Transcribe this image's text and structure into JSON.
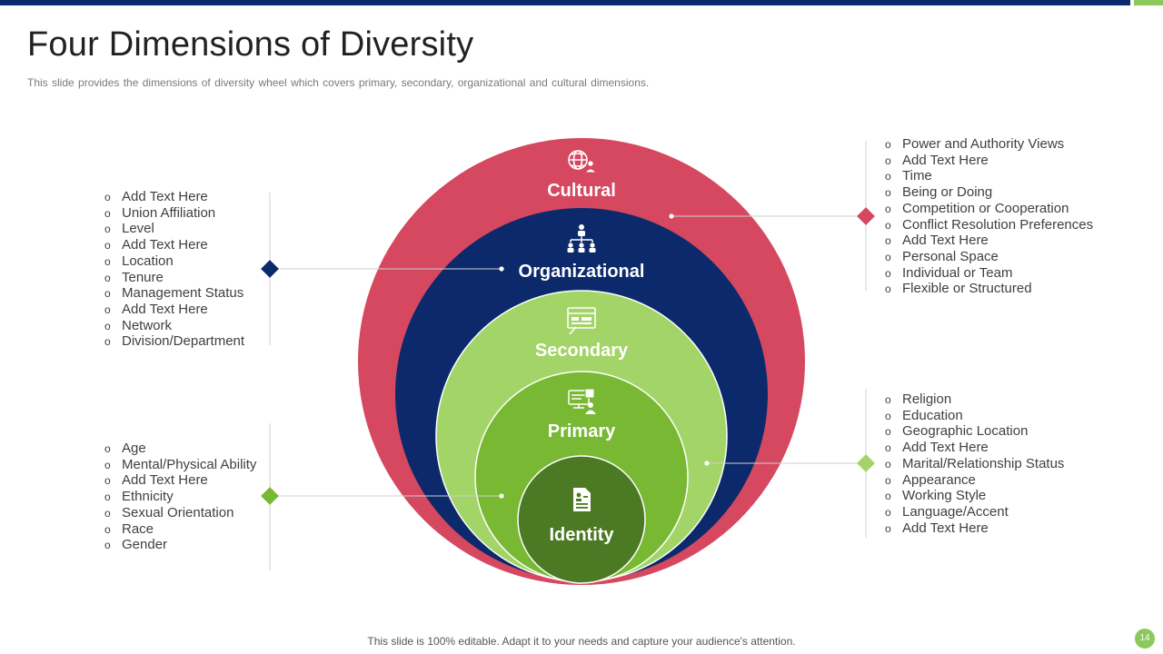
{
  "slide": {
    "title": "Four Dimensions of Diversity",
    "subtitle": "This slide provides  the dimensions of diversity  wheel which covers primary,  secondary,  organizational  and cultural dimensions.",
    "footer": "This slide is 100% editable. Adapt it to your needs and capture your audience's attention.",
    "page_number": "14"
  },
  "colors": {
    "cultural": "#d5485f",
    "organizational": "#0c2a6b",
    "secondary": "#a2d467",
    "primary": "#78b833",
    "identity": "#4c7a24",
    "accent_green": "#8cc85a"
  },
  "wheel": {
    "cultural": {
      "label": "Cultural",
      "icon": "globe-user-icon"
    },
    "organizational": {
      "label": "Organizational",
      "icon": "org-chart-icon"
    },
    "secondary": {
      "label": "Secondary",
      "icon": "browser-window-icon"
    },
    "primary": {
      "label": "Primary",
      "icon": "computer-user-icon"
    },
    "identity": {
      "label": "Identity",
      "icon": "id-document-icon"
    }
  },
  "lists": {
    "organizational": [
      "Add Text Here",
      "Union Affiliation",
      "Level",
      "Add Text Here",
      "Location",
      "Tenure",
      "Management Status",
      "Add Text Here",
      "Network",
      "Division/Department"
    ],
    "primary": [
      "Age",
      "Mental/Physical Ability",
      "Add Text Here",
      "Ethnicity",
      "Sexual Orientation",
      "Race",
      "Gender"
    ],
    "cultural": [
      "Power and Authority Views",
      "Add Text Here",
      "Time",
      "Being or Doing",
      "Competition or Cooperation",
      "Conflict Resolution Preferences",
      "Add Text Here",
      "Personal Space",
      "Individual  or Team",
      "Flexible or Structured"
    ],
    "secondary": [
      "Religion",
      "Education",
      "Geographic Location",
      "Add Text Here",
      "Marital/Relationship Status",
      "Appearance",
      "Working Style",
      "Language/Accent",
      "Add Text Here"
    ]
  }
}
